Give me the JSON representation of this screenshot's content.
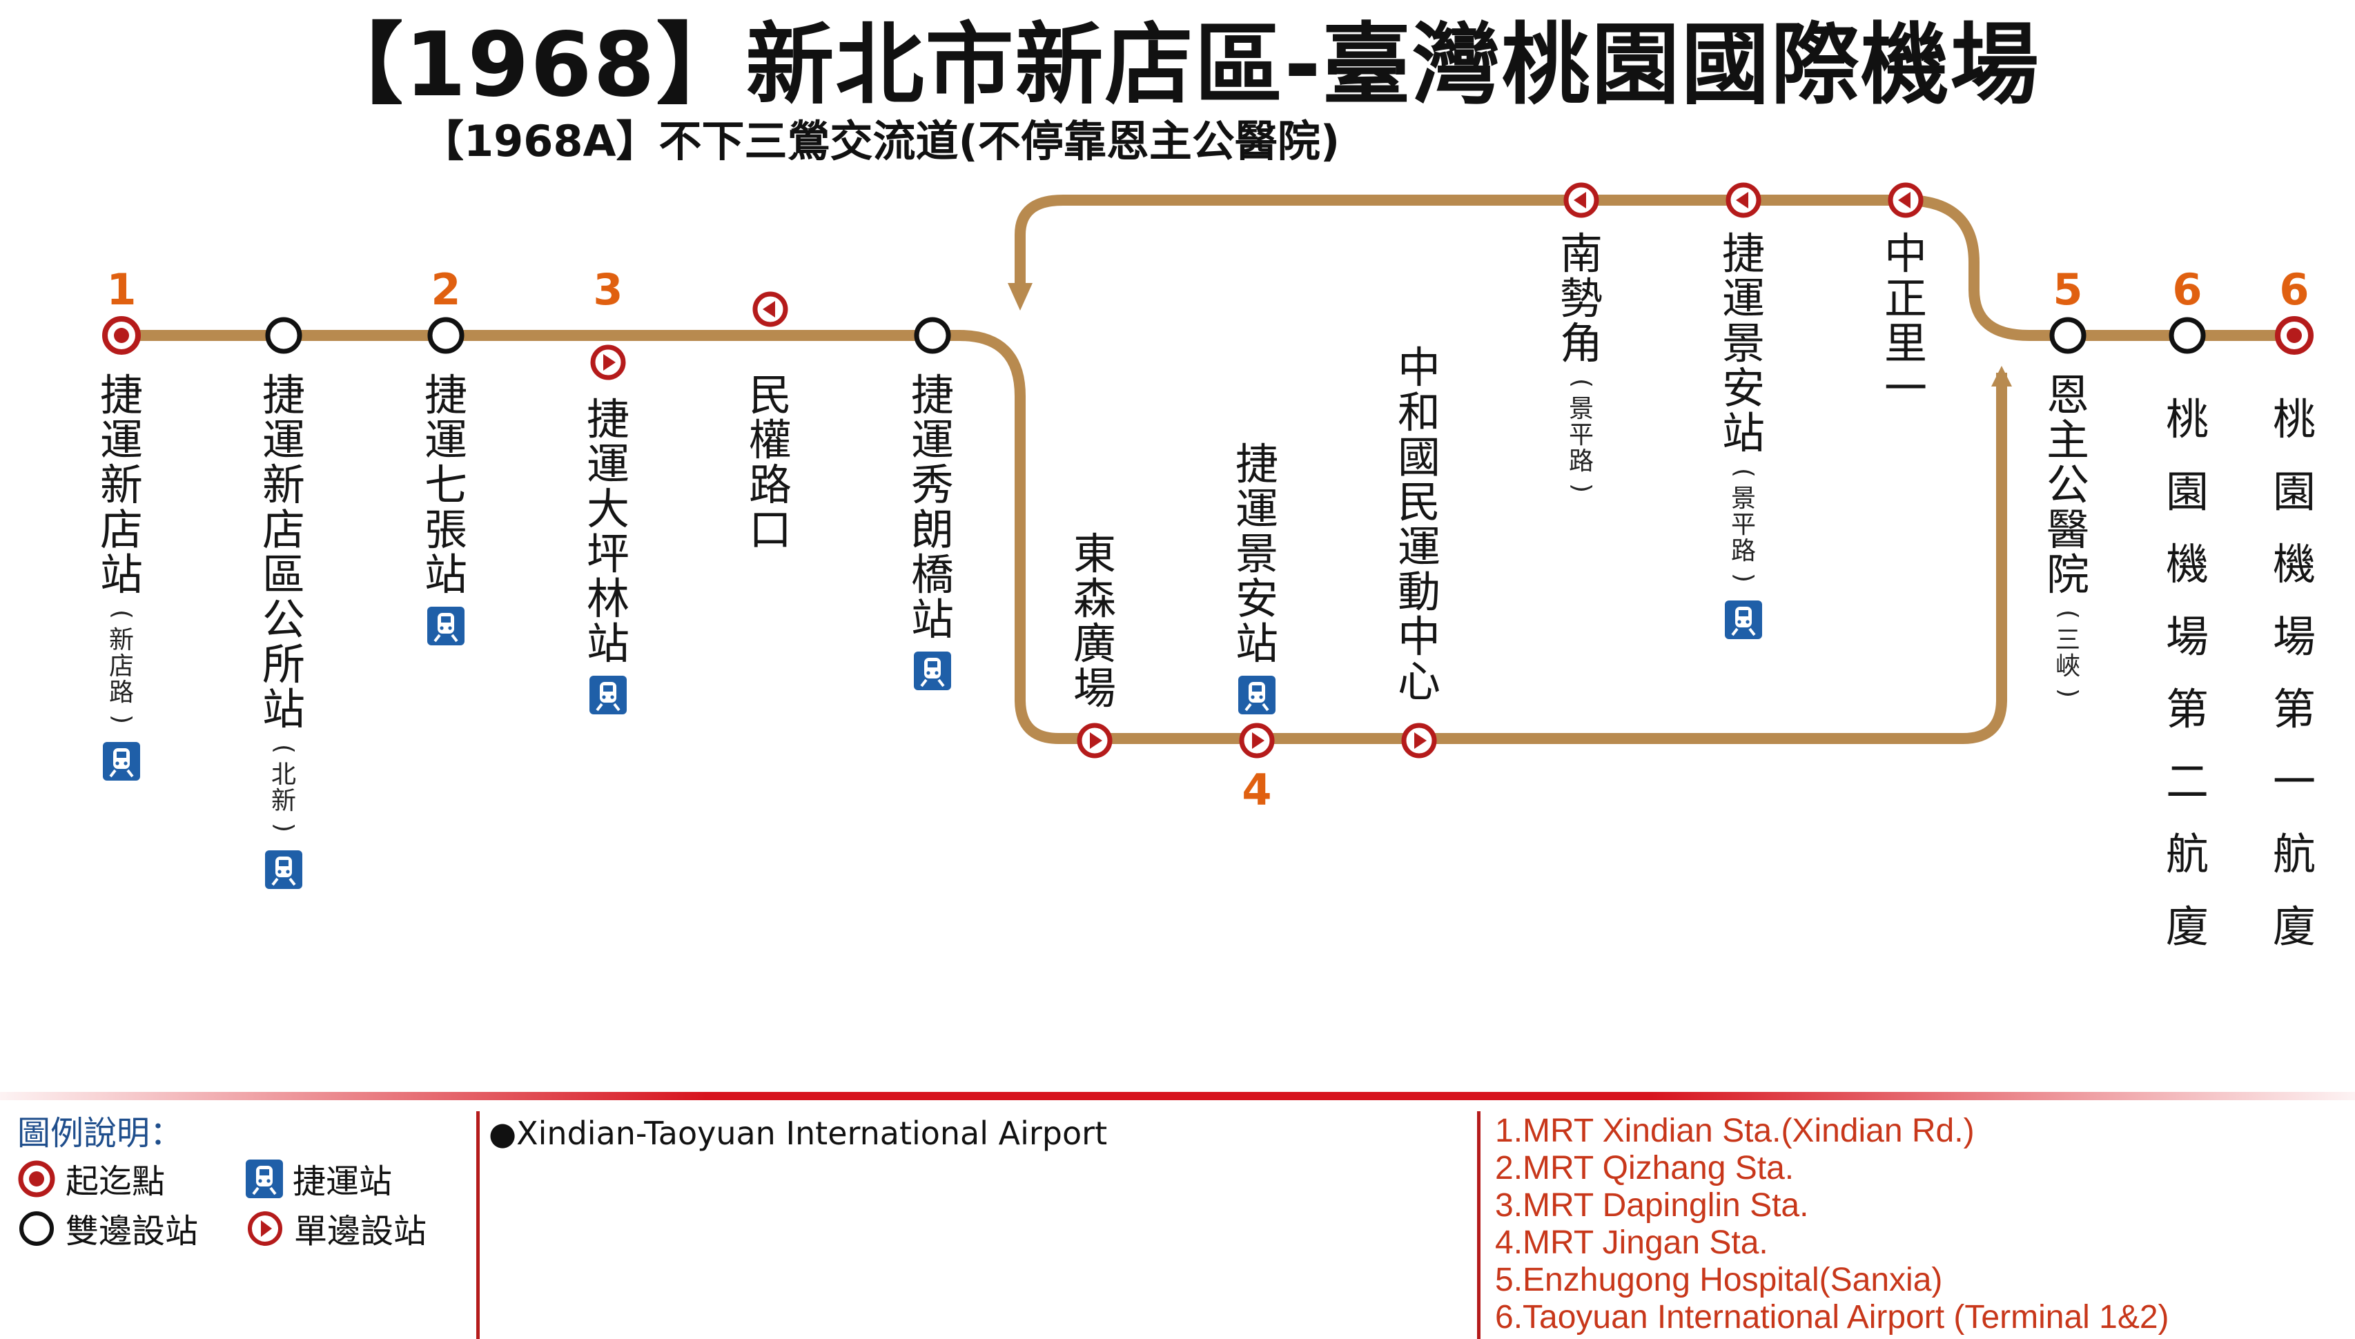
{
  "title": "【1968】新北市新店區-臺灣桃園國際機場",
  "subtitle": "【1968A】不下三鶯交流道(不停靠恩主公醫院)",
  "colors": {
    "route": "#b88a4f",
    "terminal_red": "#b51b1b",
    "number_orange": "#e06010",
    "mrt_blue": "#1f5fa8",
    "footnote_red": "#c8371a"
  },
  "stations": [
    {
      "id": "s1",
      "name": "捷運新店站",
      "note": "新店路",
      "type": "terminal",
      "number": "1",
      "mrt": true
    },
    {
      "id": "s2",
      "name": "捷運新店區公所站",
      "note": "北新",
      "type": "both",
      "number": "",
      "mrt": true
    },
    {
      "id": "s3",
      "name": "捷運七張站",
      "note": "",
      "type": "both",
      "number": "2",
      "mrt": true
    },
    {
      "id": "s4",
      "name": "捷運大坪林站",
      "note": "",
      "type": "one-way-out",
      "number": "3",
      "mrt": true
    },
    {
      "id": "s5",
      "name": "民權路口",
      "note": "",
      "type": "one-way-in",
      "number": "",
      "mrt": false
    },
    {
      "id": "s6",
      "name": "捷運秀朗橋站",
      "note": "",
      "type": "both",
      "number": "",
      "mrt": true
    },
    {
      "id": "s7",
      "name": "東森廣場",
      "note": "",
      "type": "one-way-out",
      "number": "",
      "mrt": false
    },
    {
      "id": "s8",
      "name": "捷運景安站",
      "note": "",
      "type": "one-way-out",
      "number": "4",
      "mrt": true
    },
    {
      "id": "s9",
      "name": "中和國民運動中心",
      "note": "",
      "type": "one-way-out",
      "number": "",
      "mrt": false
    },
    {
      "id": "s10",
      "name": "南勢角",
      "note": "景平路",
      "type": "one-way-in",
      "number": "",
      "mrt": false
    },
    {
      "id": "s11",
      "name": "捷運景安站",
      "note": "景平路",
      "type": "one-way-in",
      "number": "",
      "mrt": true
    },
    {
      "id": "s12",
      "name": "中正里一",
      "note": "",
      "type": "one-way-in",
      "number": "",
      "mrt": false
    },
    {
      "id": "s13",
      "name": "恩主公醫院",
      "note": "三峽",
      "type": "both",
      "number": "5",
      "mrt": false
    },
    {
      "id": "s14",
      "name": "桃園機場第二航廈",
      "note": "",
      "type": "both",
      "number": "6",
      "mrt": false
    },
    {
      "id": "s15",
      "name": "桃園機場第一航廈",
      "note": "",
      "type": "terminal",
      "number": "6",
      "mrt": false
    }
  ],
  "legend": {
    "title": "圖例說明：",
    "items": [
      {
        "id": "terminal",
        "label": "起迄點"
      },
      {
        "id": "mrt",
        "label": "捷運站"
      },
      {
        "id": "both",
        "label": "雙邊設站"
      },
      {
        "id": "one-way",
        "label": "單邊設站"
      }
    ]
  },
  "english_title": "●Xindian-Taoyuan International Airport",
  "footnotes": [
    "1.MRT Xindian Sta.(Xindian Rd.)",
    "2.MRT Qizhang Sta.",
    "3.MRT Dapinglin Sta.",
    "4.MRT Jingan Sta.",
    "5.Enzhugong Hospital(Sanxia)",
    "6.Taoyuan International Airport (Terminal 1&2)"
  ]
}
